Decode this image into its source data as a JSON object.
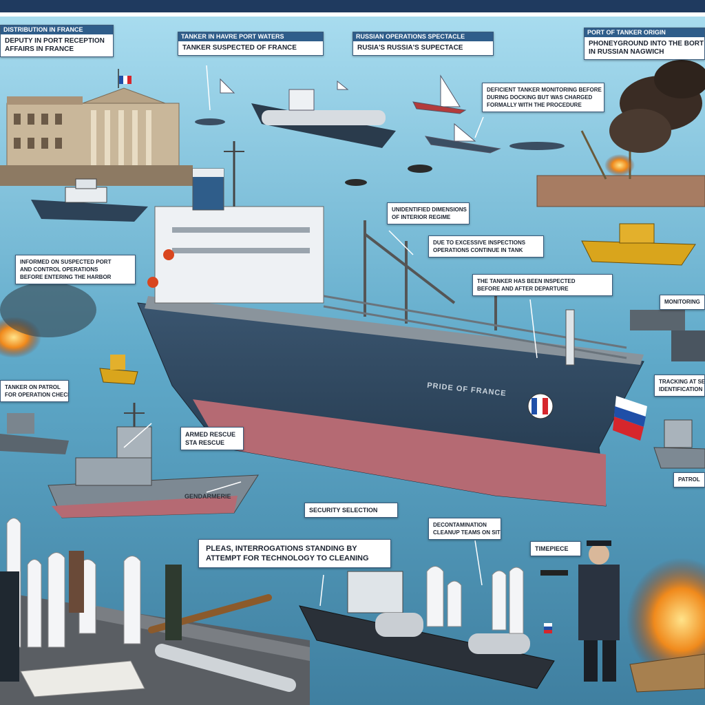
{
  "callouts": {
    "top_left_head": "DISTRIBUTION IN FRANCE",
    "top_left_line1": "DEPUTY IN PORT RECEPTION",
    "top_left_line2": "AFFAIRS IN FRANCE",
    "top_center_head": "TANKER IN HAVRE PORT WATERS",
    "top_center_text": "TANKER SUSPECTED OF FRANCE",
    "top_right_head": "RUSSIAN OPERATIONS SPECTACLE",
    "top_right_text": "RUSIA'S RUSSIA'S SUPECTACE",
    "far_right_head": "PORT OF TANKER ORIGIN",
    "far_right_line1": "PHONEYGROUND INTO THE BORT TO",
    "far_right_line2": "IN RUSSIAN NAGWICH",
    "harbor_note_line1": "DEFICIENT TANKER MONITORING BEFORE",
    "harbor_note_line2": "DURING DOCKING BUT WAS CHARGED",
    "harbor_note_line3": "FORMALLY WITH THE PROCEDURE",
    "crane_note_line1": "UNIDENTIFIED DIMENSIONS",
    "crane_note_line2": "OF INTERIOR REGIME",
    "deck_note_line1": "DUE TO EXCESSIVE INSPECTIONS",
    "deck_note_line2": "OPERATIONS CONTINUE IN TANK",
    "hull_note_line1": "THE TANKER HAS BEEN INSPECTED",
    "hull_note_line2": "BEFORE AND AFTER DEPARTURE",
    "left_mid_line1": "INFORMED ON SUSPECTED PORT",
    "left_mid_line2": "AND CONTROL OPERATIONS",
    "left_mid_line3": "BEFORE ENTERING THE HARBOR",
    "left_low_line1": "TANKER ON PATROL",
    "left_low_line2": "FOR OPERATION CHECKS",
    "naval_tag_line1": "ARMED RESCUE",
    "naval_tag_line2": "STA RESCUE",
    "security_tag": "SECURITY SELECTION",
    "pleas_line1": "PLEAS, INTERROGATIONS STANDING BY",
    "pleas_line2": "ATTEMPT FOR TECHNOLOGY TO CLEANING",
    "cleanup_line1": "DECONTAMINATION",
    "cleanup_line2": "CLEANUP TEAMS ON SITE",
    "tip_tag": "TIMEPIECE",
    "right_mid_tag": "MONITORING",
    "right_lower_line1": "TRACKING AT SEA",
    "right_lower_line2": "IDENTIFICATION",
    "right_bottom_tag": "PATROL"
  },
  "ship": {
    "hull_name": "PRIDE OF FRANCE",
    "patrol_name": "GENDARMERIE"
  },
  "colors": {
    "sea": "#5fa9c9",
    "sky": "#9fd3ea",
    "hull": "#2d4257",
    "hull_bottom": "#b56a73",
    "callout_head": "#2f5d8a",
    "fire": "#f08a1c",
    "smoke": "#3a2c24"
  },
  "icons": [
    "french-flag-icon",
    "russian-flag-icon",
    "crane-icon",
    "fire-icon",
    "smoke-icon"
  ]
}
